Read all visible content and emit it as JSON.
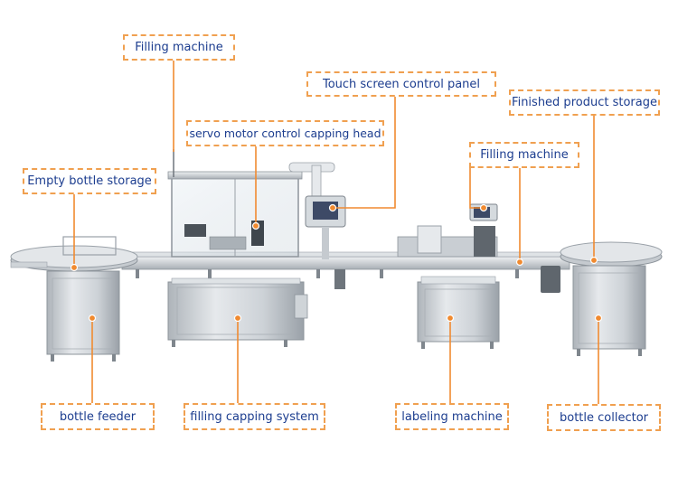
{
  "callouts": {
    "filling_machine_1": "Filling machine",
    "touch_screen": "Touch screen control panel",
    "finished_storage": "Finished product storage",
    "capping_head": "servo motor control capping head",
    "filling_machine_2": "Filling machine",
    "empty_storage": "Empty bottle storage",
    "bottle_feeder": "bottle feeder",
    "filling_capping": "filling capping system",
    "labeling": "labeling machine",
    "bottle_collector": "bottle collector"
  },
  "colors": {
    "accent": "#f08a30",
    "label_text": "#1c3d8f",
    "steel": "#c9ced3"
  }
}
